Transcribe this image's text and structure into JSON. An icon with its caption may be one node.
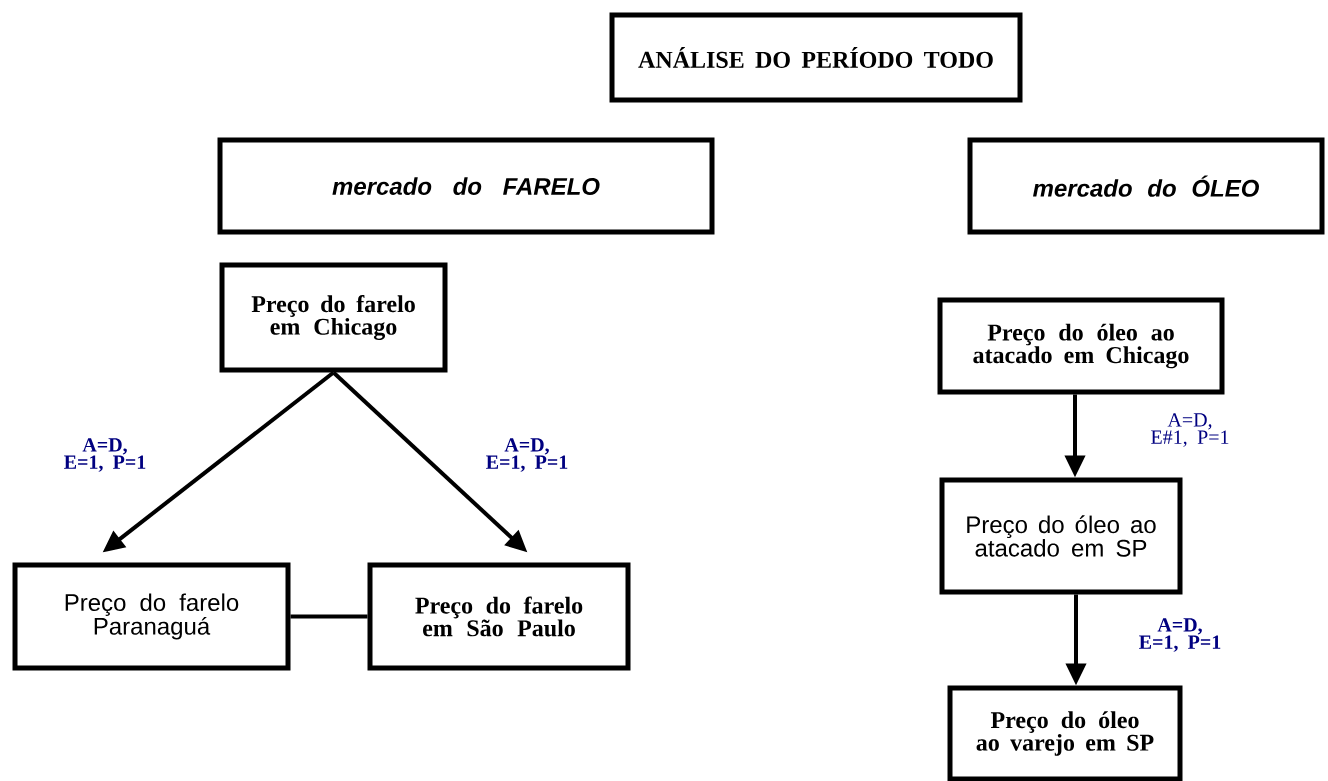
{
  "diagram": {
    "nodes": [
      {
        "text": [
          "ANÁLISE DO PERÍODO TODO"
        ]
      },
      {
        "text": [
          "mercado do FARELO"
        ]
      },
      {
        "text": [
          "mercado do ÓLEO"
        ]
      },
      {
        "text": [
          "Preço do farelo em Chicago"
        ]
      },
      {
        "text": [
          "Preço do farelo Paranaguá"
        ]
      },
      {
        "text": [
          "Preço do farelo em São Paulo"
        ]
      },
      {
        "text": [
          "Preço do óleo ao atacado em Chicago"
        ]
      },
      {
        "text": [
          "Preço do óleo ao atacado em SP"
        ]
      },
      {
        "text": [
          "Preço do óleo ao varejo em SP"
        ]
      }
    ],
    "edges": [
      {
        "from": 3,
        "to": 4,
        "arrow": "to",
        "label": "A=D, E=1, P=1"
      },
      {
        "from": 3,
        "to": 5,
        "arrow": "to",
        "label": "A=D, E=1, P=1"
      },
      {
        "from": 6,
        "to": 7,
        "arrow": "to",
        "label": "A=D, E#1, P=1"
      },
      {
        "from": 7,
        "to": 8,
        "arrow": "to",
        "label": "A=D, E=1, P=1"
      },
      {
        "from": 4,
        "to": 5,
        "arrow": "none"
      }
    ]
  }
}
